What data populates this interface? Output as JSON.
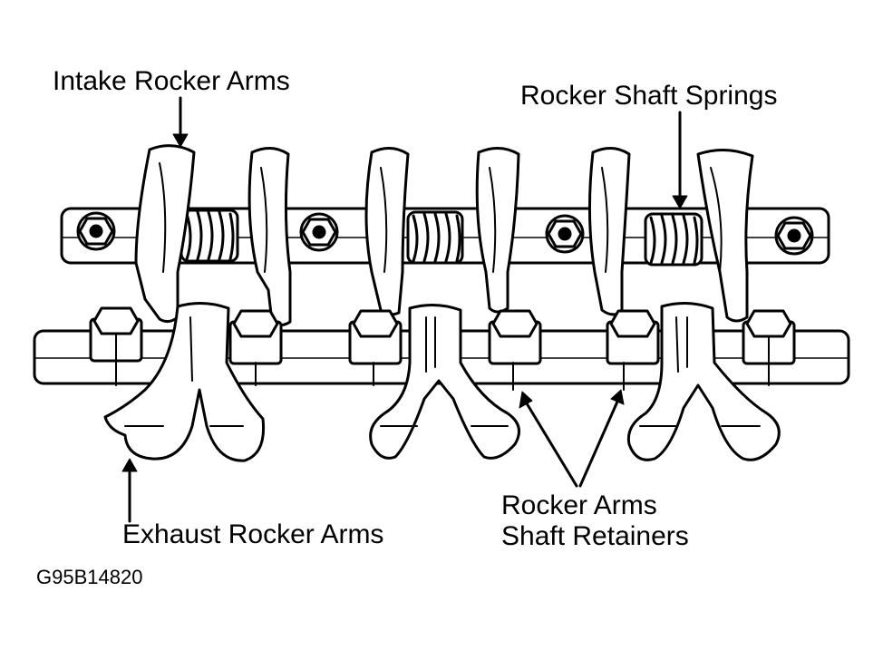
{
  "labels": {
    "intake_rocker_arms": "Intake Rocker Arms",
    "rocker_shaft_springs": "Rocker Shaft Springs",
    "exhaust_rocker_arms": "Exhaust Rocker Arms",
    "shaft_retainers_line1": "Rocker Arms",
    "shaft_retainers_line2": "Shaft Retainers",
    "figure_code": "G95B14820"
  },
  "colors": {
    "ink": "#000000",
    "paper": "#ffffff"
  }
}
